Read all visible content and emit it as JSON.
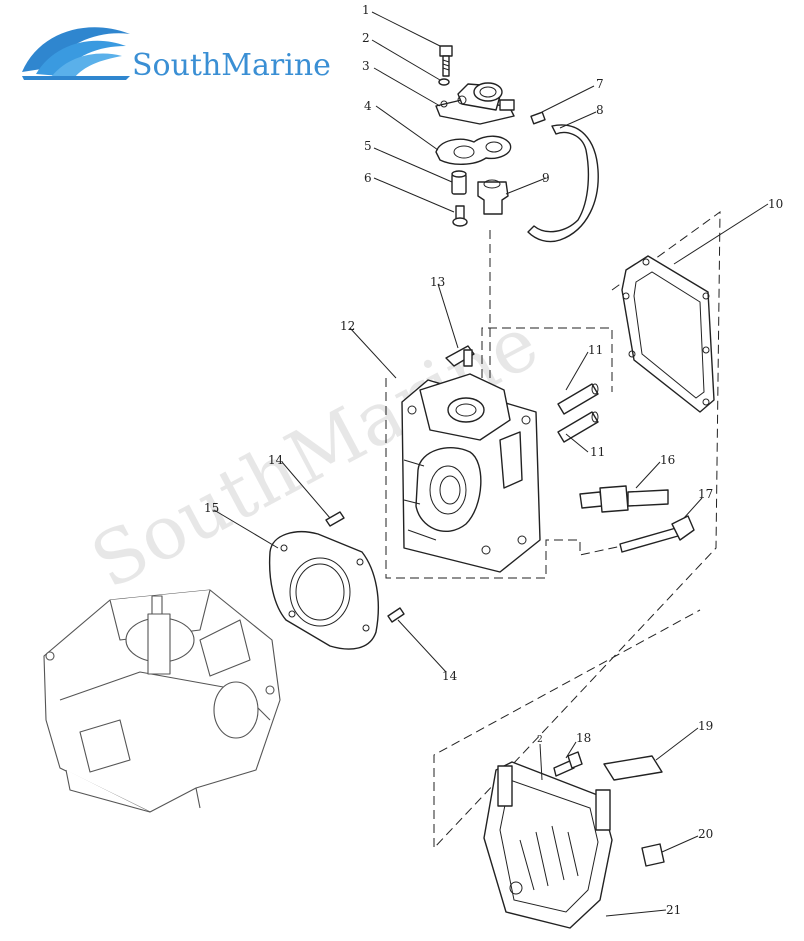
{
  "logo": {
    "brand_text": "SouthMarine",
    "brand_color": "#3a8fd4"
  },
  "watermark": {
    "text": "SouthMarine"
  },
  "callouts": {
    "c1": "1",
    "c2": "2",
    "c2b": "2",
    "c3": "3",
    "c4": "4",
    "c5": "5",
    "c6": "6",
    "c7": "7",
    "c8": "8",
    "c9": "9",
    "c10": "10",
    "c11a": "11",
    "c11b": "11",
    "c12": "12",
    "c13": "13",
    "c14a": "14",
    "c14b": "14",
    "c15": "15",
    "c16": "16",
    "c17": "17",
    "c18": "18",
    "c19": "19",
    "c20": "20",
    "c21": "21"
  }
}
